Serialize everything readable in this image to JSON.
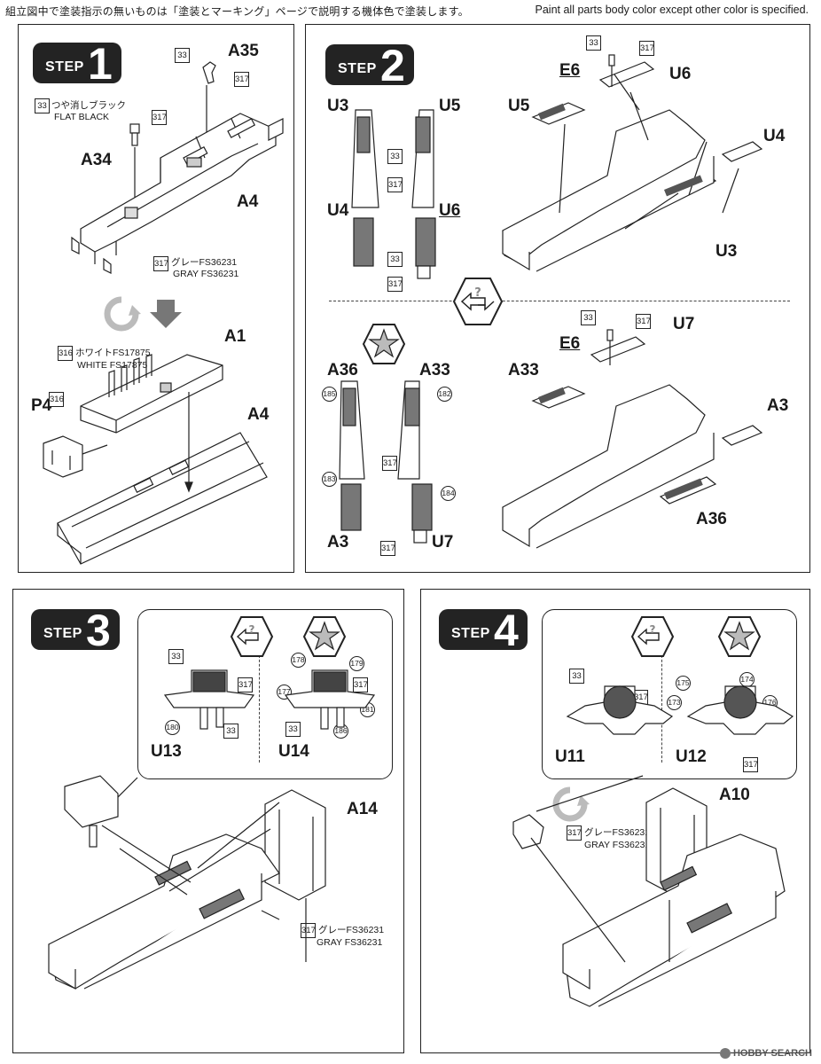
{
  "header": {
    "jp": "組立図中で塗装指示の無いものは「塗装とマーキング」ページで説明する機体色で塗装します。",
    "en": "Paint all parts body color except other color is specified."
  },
  "step1": {
    "title_word": "STEP",
    "number": "1",
    "parts": [
      "A35",
      "A34",
      "A4",
      "A1",
      "P4",
      "A4"
    ],
    "paints": {
      "p33": "33",
      "p33_jp": "つや消しブラック",
      "p33_en": "FLAT BLACK",
      "p317": "317",
      "p317_jp": "グレーFS36231",
      "p317_en": "GRAY FS36231",
      "p316": "316",
      "p316_jp": "ホワイトFS17875",
      "p316_en": "WHITE FS17875"
    }
  },
  "step2": {
    "title_word": "STEP",
    "number": "2",
    "parts": [
      "U3",
      "U5",
      "U4",
      "U6",
      "E6",
      "U6",
      "U5",
      "U4",
      "U3",
      "A36",
      "A33",
      "A3",
      "U7",
      "E6",
      "U7",
      "A33",
      "A3",
      "A36"
    ],
    "nums": [
      "33",
      "317",
      "185",
      "182",
      "183",
      "184"
    ]
  },
  "step3": {
    "title_word": "STEP",
    "number": "3",
    "parts": [
      "U13",
      "U14",
      "A14"
    ],
    "nums": [
      "33",
      "317",
      "180",
      "178",
      "179",
      "177",
      "181",
      "186"
    ],
    "paint_jp": "グレーFS36231",
    "paint_en": "GRAY FS36231"
  },
  "step4": {
    "title_word": "STEP",
    "number": "4",
    "parts": [
      "U11",
      "U12",
      "A10"
    ],
    "nums": [
      "33",
      "317",
      "175",
      "174",
      "173",
      "176"
    ],
    "paint_jp": "グレーFS36231",
    "paint_en": "GRAY FS36231"
  },
  "footer": "HOBBY SEARCH"
}
